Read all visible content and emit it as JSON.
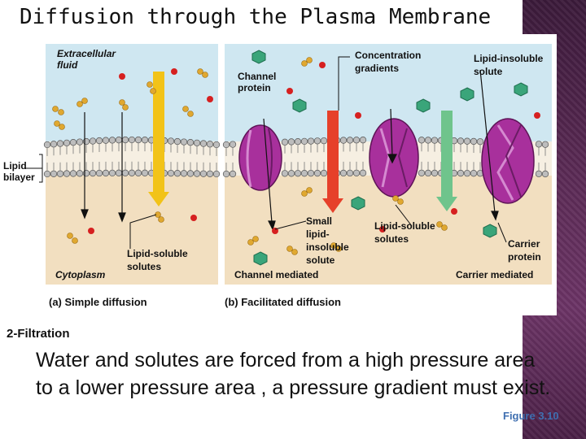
{
  "title": "Diffusion through the Plasma Membrane",
  "section_label": "2-Filtration",
  "body_text": "Water and solutes are forced from a high pressure area to a lower pressure area , a pressure gradient must exist.",
  "figure_ref": "Figure 3.10",
  "diagram": {
    "extracellular": [
      "Extracellular",
      "fluid"
    ],
    "lipid_bilayer": [
      "Lipid",
      "bilayer"
    ],
    "cytoplasm": "Cytoplasm",
    "lipid_soluble_solutes_a": [
      "Lipid-soluble",
      "solutes"
    ],
    "panel_a_caption": "(a) Simple diffusion",
    "channel_protein": [
      "Channel",
      "protein"
    ],
    "concentration_gradients": [
      "Concentration",
      "gradients"
    ],
    "lipid_insoluble_solute": [
      "Lipid-insoluble",
      "solute"
    ],
    "small_lipid_insoluble": [
      "Small",
      "lipid-",
      "insoluble",
      "solute"
    ],
    "lipid_soluble_solutes_b": [
      "Lipid-soluble",
      "solutes"
    ],
    "carrier_protein": [
      "Carrier",
      "protein"
    ],
    "channel_mediated": "Channel mediated",
    "carrier_mediated": "Carrier mediated",
    "panel_b_caption": "(b) Facilitated diffusion"
  },
  "colors": {
    "extracellular": "#cfe7f1",
    "cytoplasm": "#f2dfc0",
    "protein": "#a8309c",
    "arrow_yellow": "#f2c318",
    "arrow_red": "#e6402a",
    "arrow_green": "#6fc48c",
    "hexagon": "#3aa57a",
    "red_dot": "#d62020",
    "lipid_pair": "#e0a830"
  }
}
